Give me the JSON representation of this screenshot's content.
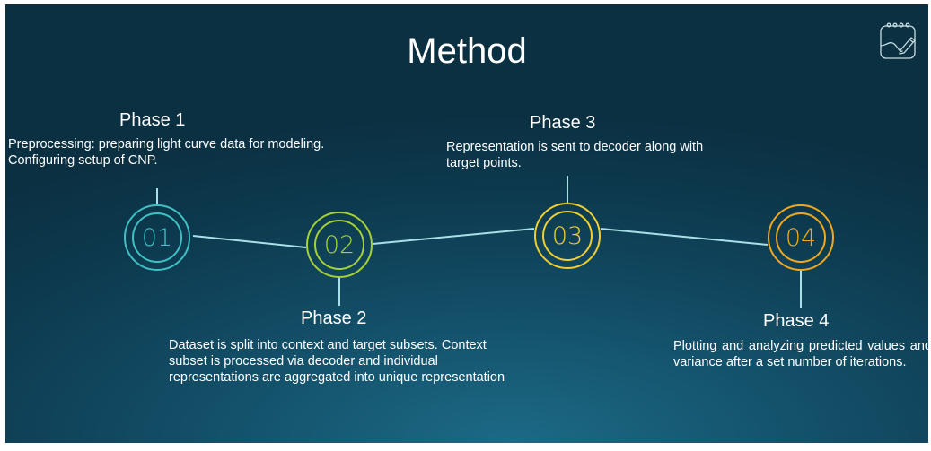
{
  "slide": {
    "title": "Method"
  },
  "icon": {
    "name": "notebook-pencil-icon"
  },
  "phases": [
    {
      "number": "01",
      "title": "Phase 1",
      "description": "Preprocessing: preparing light curve data for modeling. Configuring setup of CNP.",
      "color": "#3fc0c4"
    },
    {
      "number": "02",
      "title": "Phase 2",
      "description": "Dataset is split into context and target subsets. Context subset is processed via decoder and individual representations are aggregated into unique representation",
      "color": "#a6d134"
    },
    {
      "number": "03",
      "title": "Phase 3",
      "description": "Representation is sent to decoder along with target points.",
      "color": "#f0cf2e"
    },
    {
      "number": "04",
      "title": "Phase 4",
      "description": "Plotting and analyzing predicted values and variance after a set number of iterations.",
      "color": "#f2a81c"
    }
  ],
  "colors": {
    "connector": "#a9dfe6",
    "text": "#ffffff"
  }
}
